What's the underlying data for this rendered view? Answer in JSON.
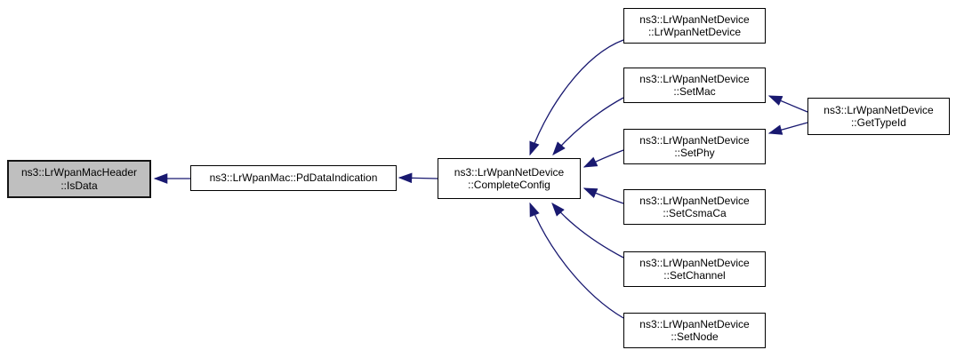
{
  "diagram": {
    "kind": "doxygen-caller-graph",
    "background_color": "#ffffff",
    "edge_color": "#191970",
    "node_fill": "#ffffff",
    "node_border_color": "#000000",
    "highlighted_node_fill": "#bfbfbf",
    "text_color": "#000000"
  },
  "nodes": [
    {
      "id": "isdata",
      "line1": "ns3::LrWpanMacHeader",
      "line2": "::IsData",
      "highlighted": true
    },
    {
      "id": "pddataindication",
      "line1": "ns3::LrWpanMac::PdDataIndication",
      "line2": "",
      "highlighted": false
    },
    {
      "id": "completeconfig",
      "line1": "ns3::LrWpanNetDevice",
      "line2": "::CompleteConfig",
      "highlighted": false
    },
    {
      "id": "constructor",
      "line1": "ns3::LrWpanNetDevice",
      "line2": "::LrWpanNetDevice",
      "highlighted": false
    },
    {
      "id": "setmac",
      "line1": "ns3::LrWpanNetDevice",
      "line2": "::SetMac",
      "highlighted": false
    },
    {
      "id": "setphy",
      "line1": "ns3::LrWpanNetDevice",
      "line2": "::SetPhy",
      "highlighted": false
    },
    {
      "id": "setcsmaca",
      "line1": "ns3::LrWpanNetDevice",
      "line2": "::SetCsmaCa",
      "highlighted": false
    },
    {
      "id": "setchannel",
      "line1": "ns3::LrWpanNetDevice",
      "line2": "::SetChannel",
      "highlighted": false
    },
    {
      "id": "setnode",
      "line1": "ns3::LrWpanNetDevice",
      "line2": "::SetNode",
      "highlighted": false
    },
    {
      "id": "gettypeid",
      "line1": "ns3::LrWpanNetDevice",
      "line2": "::GetTypeId",
      "highlighted": false
    }
  ],
  "edges": [
    {
      "from": "ns3::LrWpanMac::PdDataIndication",
      "to": "ns3::LrWpanMacHeader::IsData"
    },
    {
      "from": "ns3::LrWpanNetDevice::CompleteConfig",
      "to": "ns3::LrWpanMac::PdDataIndication"
    },
    {
      "from": "ns3::LrWpanNetDevice::LrWpanNetDevice",
      "to": "ns3::LrWpanNetDevice::CompleteConfig"
    },
    {
      "from": "ns3::LrWpanNetDevice::SetMac",
      "to": "ns3::LrWpanNetDevice::CompleteConfig"
    },
    {
      "from": "ns3::LrWpanNetDevice::SetPhy",
      "to": "ns3::LrWpanNetDevice::CompleteConfig"
    },
    {
      "from": "ns3::LrWpanNetDevice::SetCsmaCa",
      "to": "ns3::LrWpanNetDevice::CompleteConfig"
    },
    {
      "from": "ns3::LrWpanNetDevice::SetChannel",
      "to": "ns3::LrWpanNetDevice::CompleteConfig"
    },
    {
      "from": "ns3::LrWpanNetDevice::SetNode",
      "to": "ns3::LrWpanNetDevice::CompleteConfig"
    },
    {
      "from": "ns3::LrWpanNetDevice::GetTypeId",
      "to": "ns3::LrWpanNetDevice::SetMac"
    },
    {
      "from": "ns3::LrWpanNetDevice::GetTypeId",
      "to": "ns3::LrWpanNetDevice::SetPhy"
    }
  ]
}
